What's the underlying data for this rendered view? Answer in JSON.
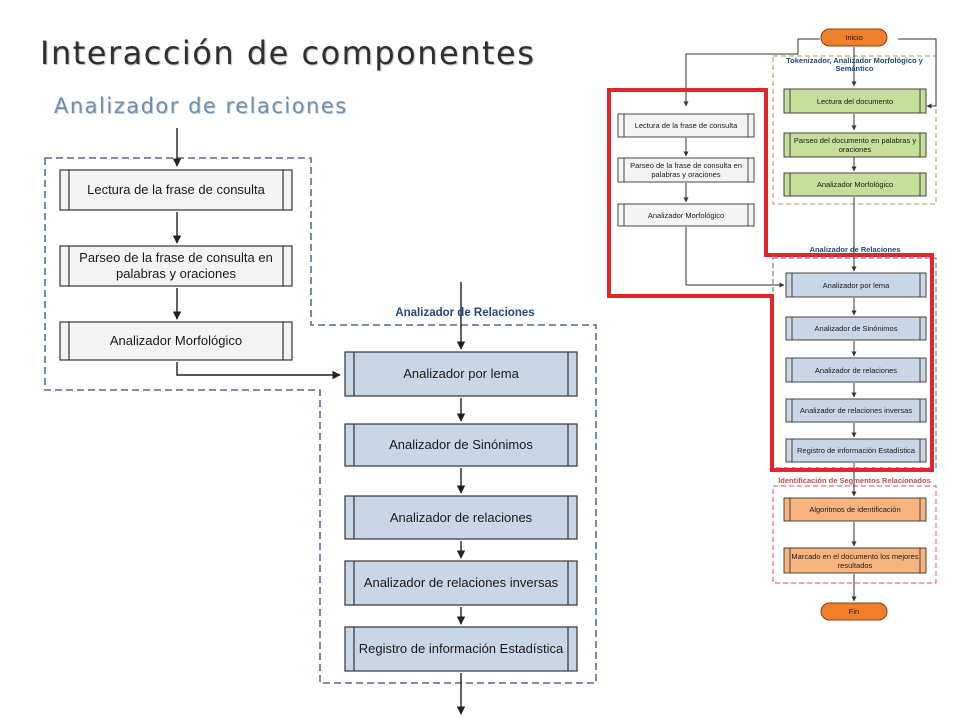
{
  "slide": {
    "title": "Interacción de componentes",
    "subtitle": "Analizador de relaciones"
  },
  "left_diagram": {
    "query_steps": [
      "Lectura de la frase de consulta",
      "Parseo de la frase de consulta en palabras y oraciones",
      "Analizador Morfológico"
    ],
    "relations_group_label": "Analizador de Relaciones",
    "relation_steps": [
      "Analizador por lema",
      "Analizador de Sinónimos",
      "Analizador de relaciones",
      "Analizador de relaciones inversas",
      "Registro de información Estadística"
    ]
  },
  "right_diagram": {
    "start_label": "Inicio",
    "end_label": "Fin",
    "tokenizer_group_label": "Tokenizador, Analizador Morfológico y Semántico",
    "document_steps": [
      "Lectura del documento",
      "Parseo del documento en palabras y oraciones",
      "Analizador Morfológico"
    ],
    "query_steps": [
      "Lectura de la frase de consulta",
      "Parseo de la frase de consulta en palabras y oraciones",
      "Analizador Morfológico"
    ],
    "relations_group_label": "Analizador de Relaciones",
    "relation_steps": [
      "Analizador por lema",
      "Analizador de Sinónimos",
      "Analizador de relaciones",
      "Analizador de relaciones inversas",
      "Registro de información Estadística"
    ],
    "segments_group_label": "Identificación de Segmentos Relacionados",
    "segment_steps": [
      "Algoritmos de identificación",
      "Marcado en el documento los mejores resultados"
    ]
  },
  "colors": {
    "title": "#2f2f2f",
    "subtitle": "#6a8fb5",
    "dash_blue": "#4f6f95",
    "box_blue": "#c9d6e6",
    "box_white": "#f7f7f7",
    "box_green": "#c5de9a",
    "dash_green": "#8cae50",
    "box_orange": "#f8b47f",
    "dash_red": "#d9534f",
    "highlight_red": "#e3262b",
    "terminator": "#f07f2c"
  }
}
